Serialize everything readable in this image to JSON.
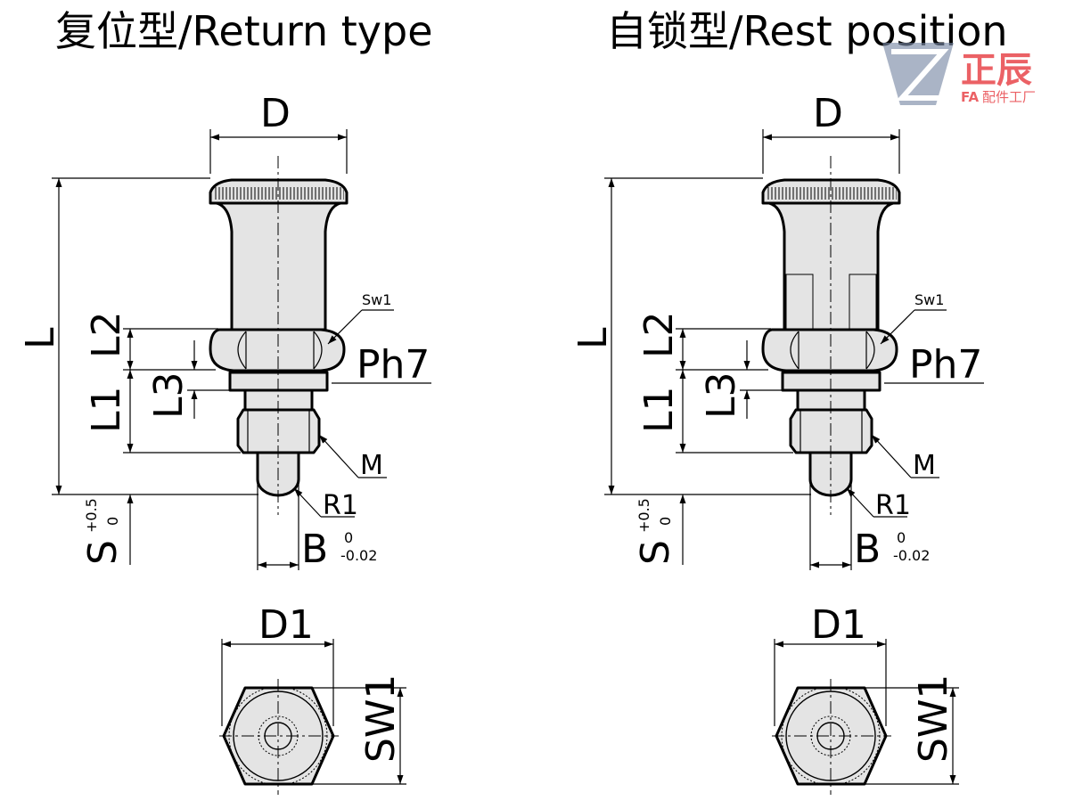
{
  "titles": {
    "left": "复位型/Return type",
    "right": "自锁型/Rest position"
  },
  "logo": {
    "brand_cn": "正辰",
    "prefix": "FA",
    "tagline": "配件工厂",
    "colors": {
      "red": "#e8464b",
      "blue": "#7a8aa6"
    }
  },
  "labels": {
    "D": "D",
    "L": "L",
    "L1": "L1",
    "L2": "L2",
    "L3": "L3",
    "Ph7": "Ph7",
    "Sw1_small": "Sw1",
    "M": "M",
    "R1": "R1",
    "S": "S",
    "S_tol_upper": "+0.5",
    "S_tol_lower": "0",
    "B": "B",
    "B_tol_upper": "0",
    "B_tol_lower": "-0.02",
    "D1": "D1",
    "SW1": "SW1"
  }
}
